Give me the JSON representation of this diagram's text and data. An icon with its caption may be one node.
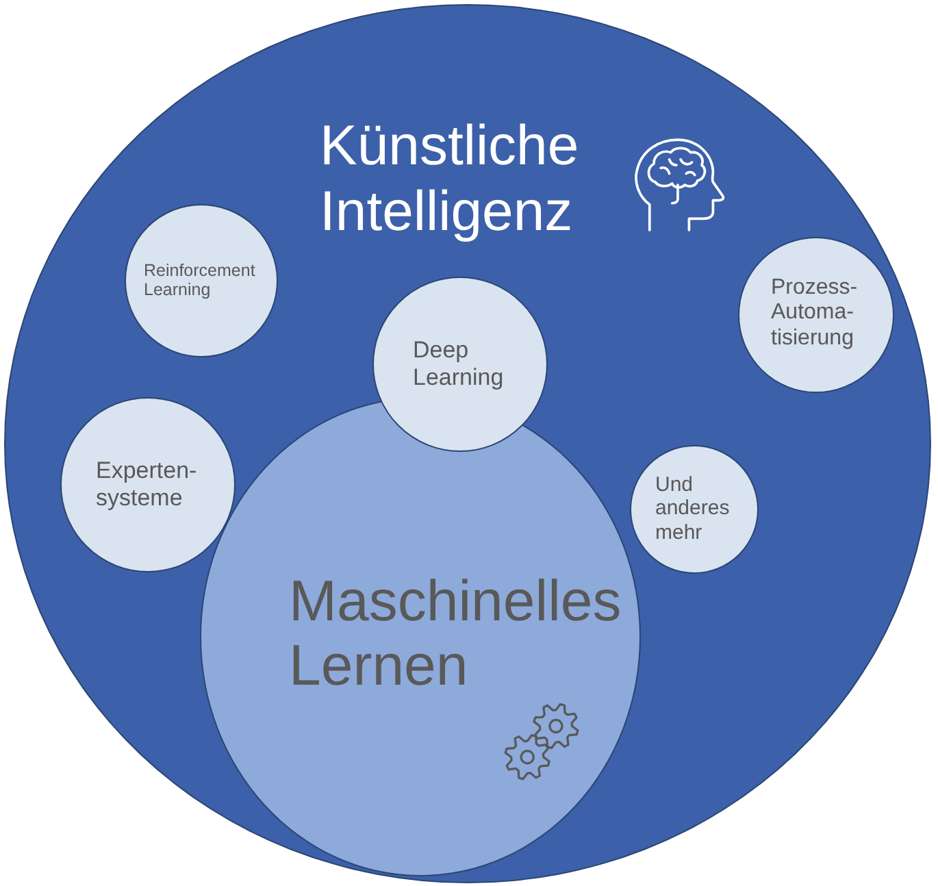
{
  "diagram": {
    "nodes": [
      {
        "text": [
          "Künstliche Intelligenz"
        ]
      },
      {
        "text": [
          "Reinforcement Learning"
        ],
        "in": 0
      },
      {
        "text": [
          "Prozess- Automa- tisierung"
        ],
        "in": 0
      },
      {
        "text": [
          "Deep Learning"
        ],
        "in": 0
      },
      {
        "text": [
          "Experten- systeme"
        ],
        "in": 0
      },
      {
        "text": [
          "Und anderes mehr"
        ],
        "in": 0
      },
      {
        "text": [
          "Maschinelles Lernen"
        ],
        "in": 0
      }
    ]
  }
}
